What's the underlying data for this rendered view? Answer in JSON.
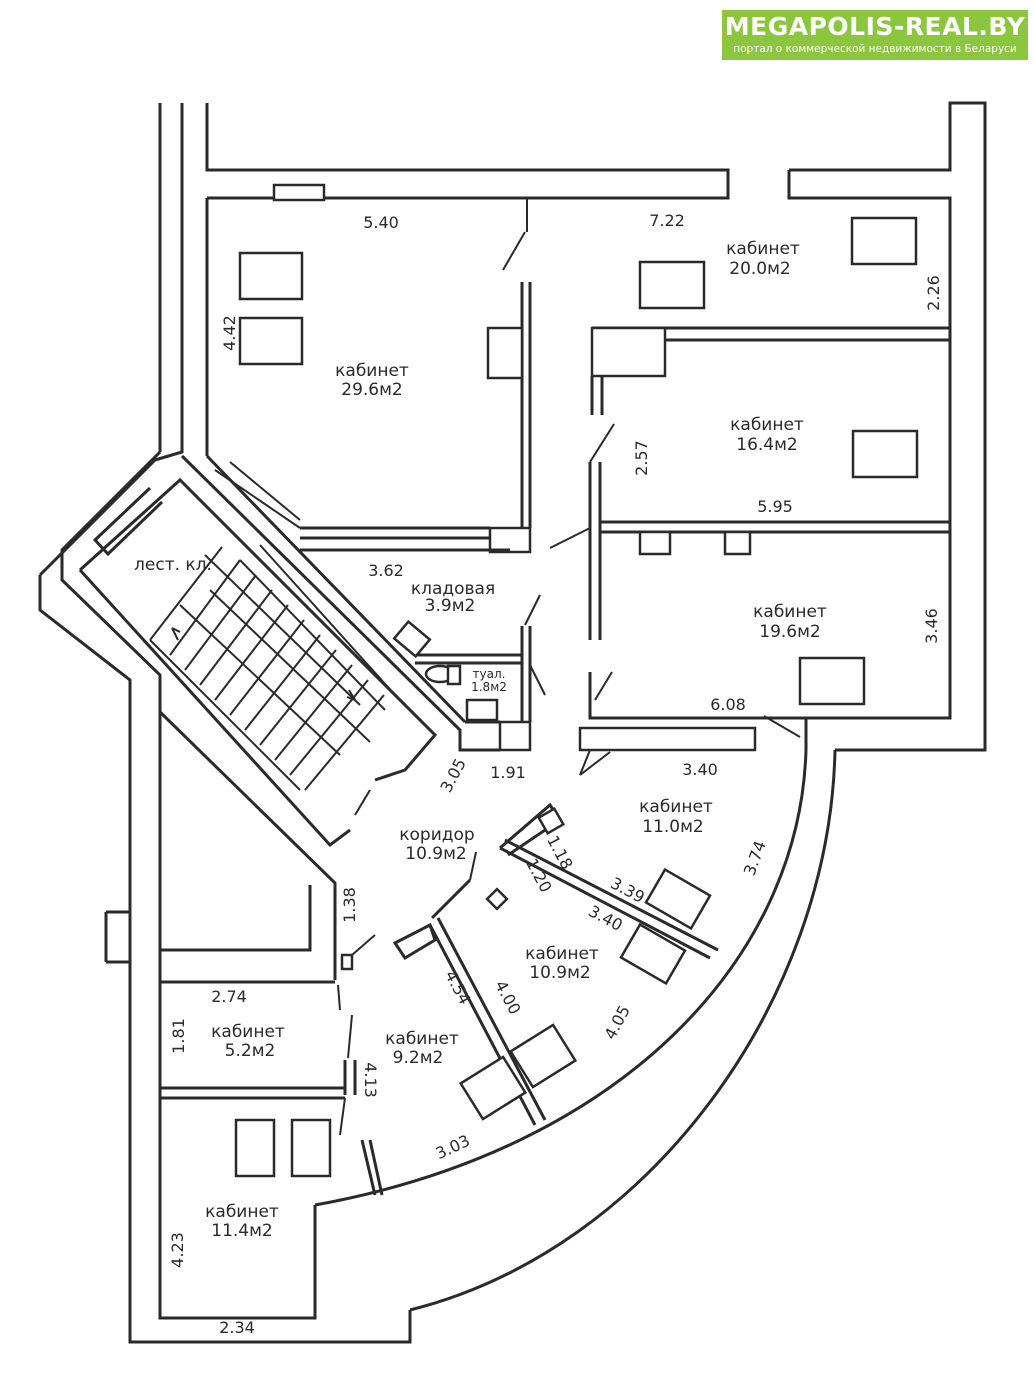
{
  "logo": {
    "brand": "MEGAPOLIS-REAL.BY",
    "tagline": "портал о коммерческой недвижимости в Беларуси",
    "color": "#8cc63f"
  },
  "rooms": {
    "office_a": {
      "name": "кабинет",
      "area": "29.6м2"
    },
    "office_b": {
      "name": "кабинет",
      "area": "20.0м2"
    },
    "office_c": {
      "name": "кабинет",
      "area": "16.4м2"
    },
    "office_d": {
      "name": "кабинет",
      "area": "19.6м2"
    },
    "office_e": {
      "name": "кабинет",
      "area": "11.0м2"
    },
    "office_f": {
      "name": "кабинет",
      "area": "10.9м2"
    },
    "office_g": {
      "name": "кабинет",
      "area": "9.2м2"
    },
    "office_h": {
      "name": "кабинет",
      "area": "5.2м2"
    },
    "office_i": {
      "name": "кабинет",
      "area": "11.4м2"
    },
    "storage": {
      "name": "кладовая",
      "area": "3.9м2"
    },
    "toilet": {
      "name": "туал.",
      "area": "1.8м2"
    },
    "corridor": {
      "name": "коридор",
      "area": "10.9м2"
    },
    "stairs": {
      "name": "лест. кл."
    }
  },
  "dims": {
    "d1": "5.40",
    "d2": "7.22",
    "d3": "2.26",
    "d4": "4.42",
    "d5": "2.57",
    "d6": "5.95",
    "d7": "3.62",
    "d8": "3.46",
    "d9": "6.08",
    "d10": "3.40",
    "d11": "3.05",
    "d12": "1.91",
    "d13": "3.74",
    "d14": "1.18",
    "d15": "1.20",
    "d16": "3.39",
    "d17": "3.40",
    "d18": "1.38",
    "d19": "4.54",
    "d20": "4.00",
    "d21": "4.05",
    "d22": "2.74",
    "d23": "1.81",
    "d24": "4.13",
    "d25": "3.03",
    "d26": "4.23",
    "d27": "2.34"
  }
}
